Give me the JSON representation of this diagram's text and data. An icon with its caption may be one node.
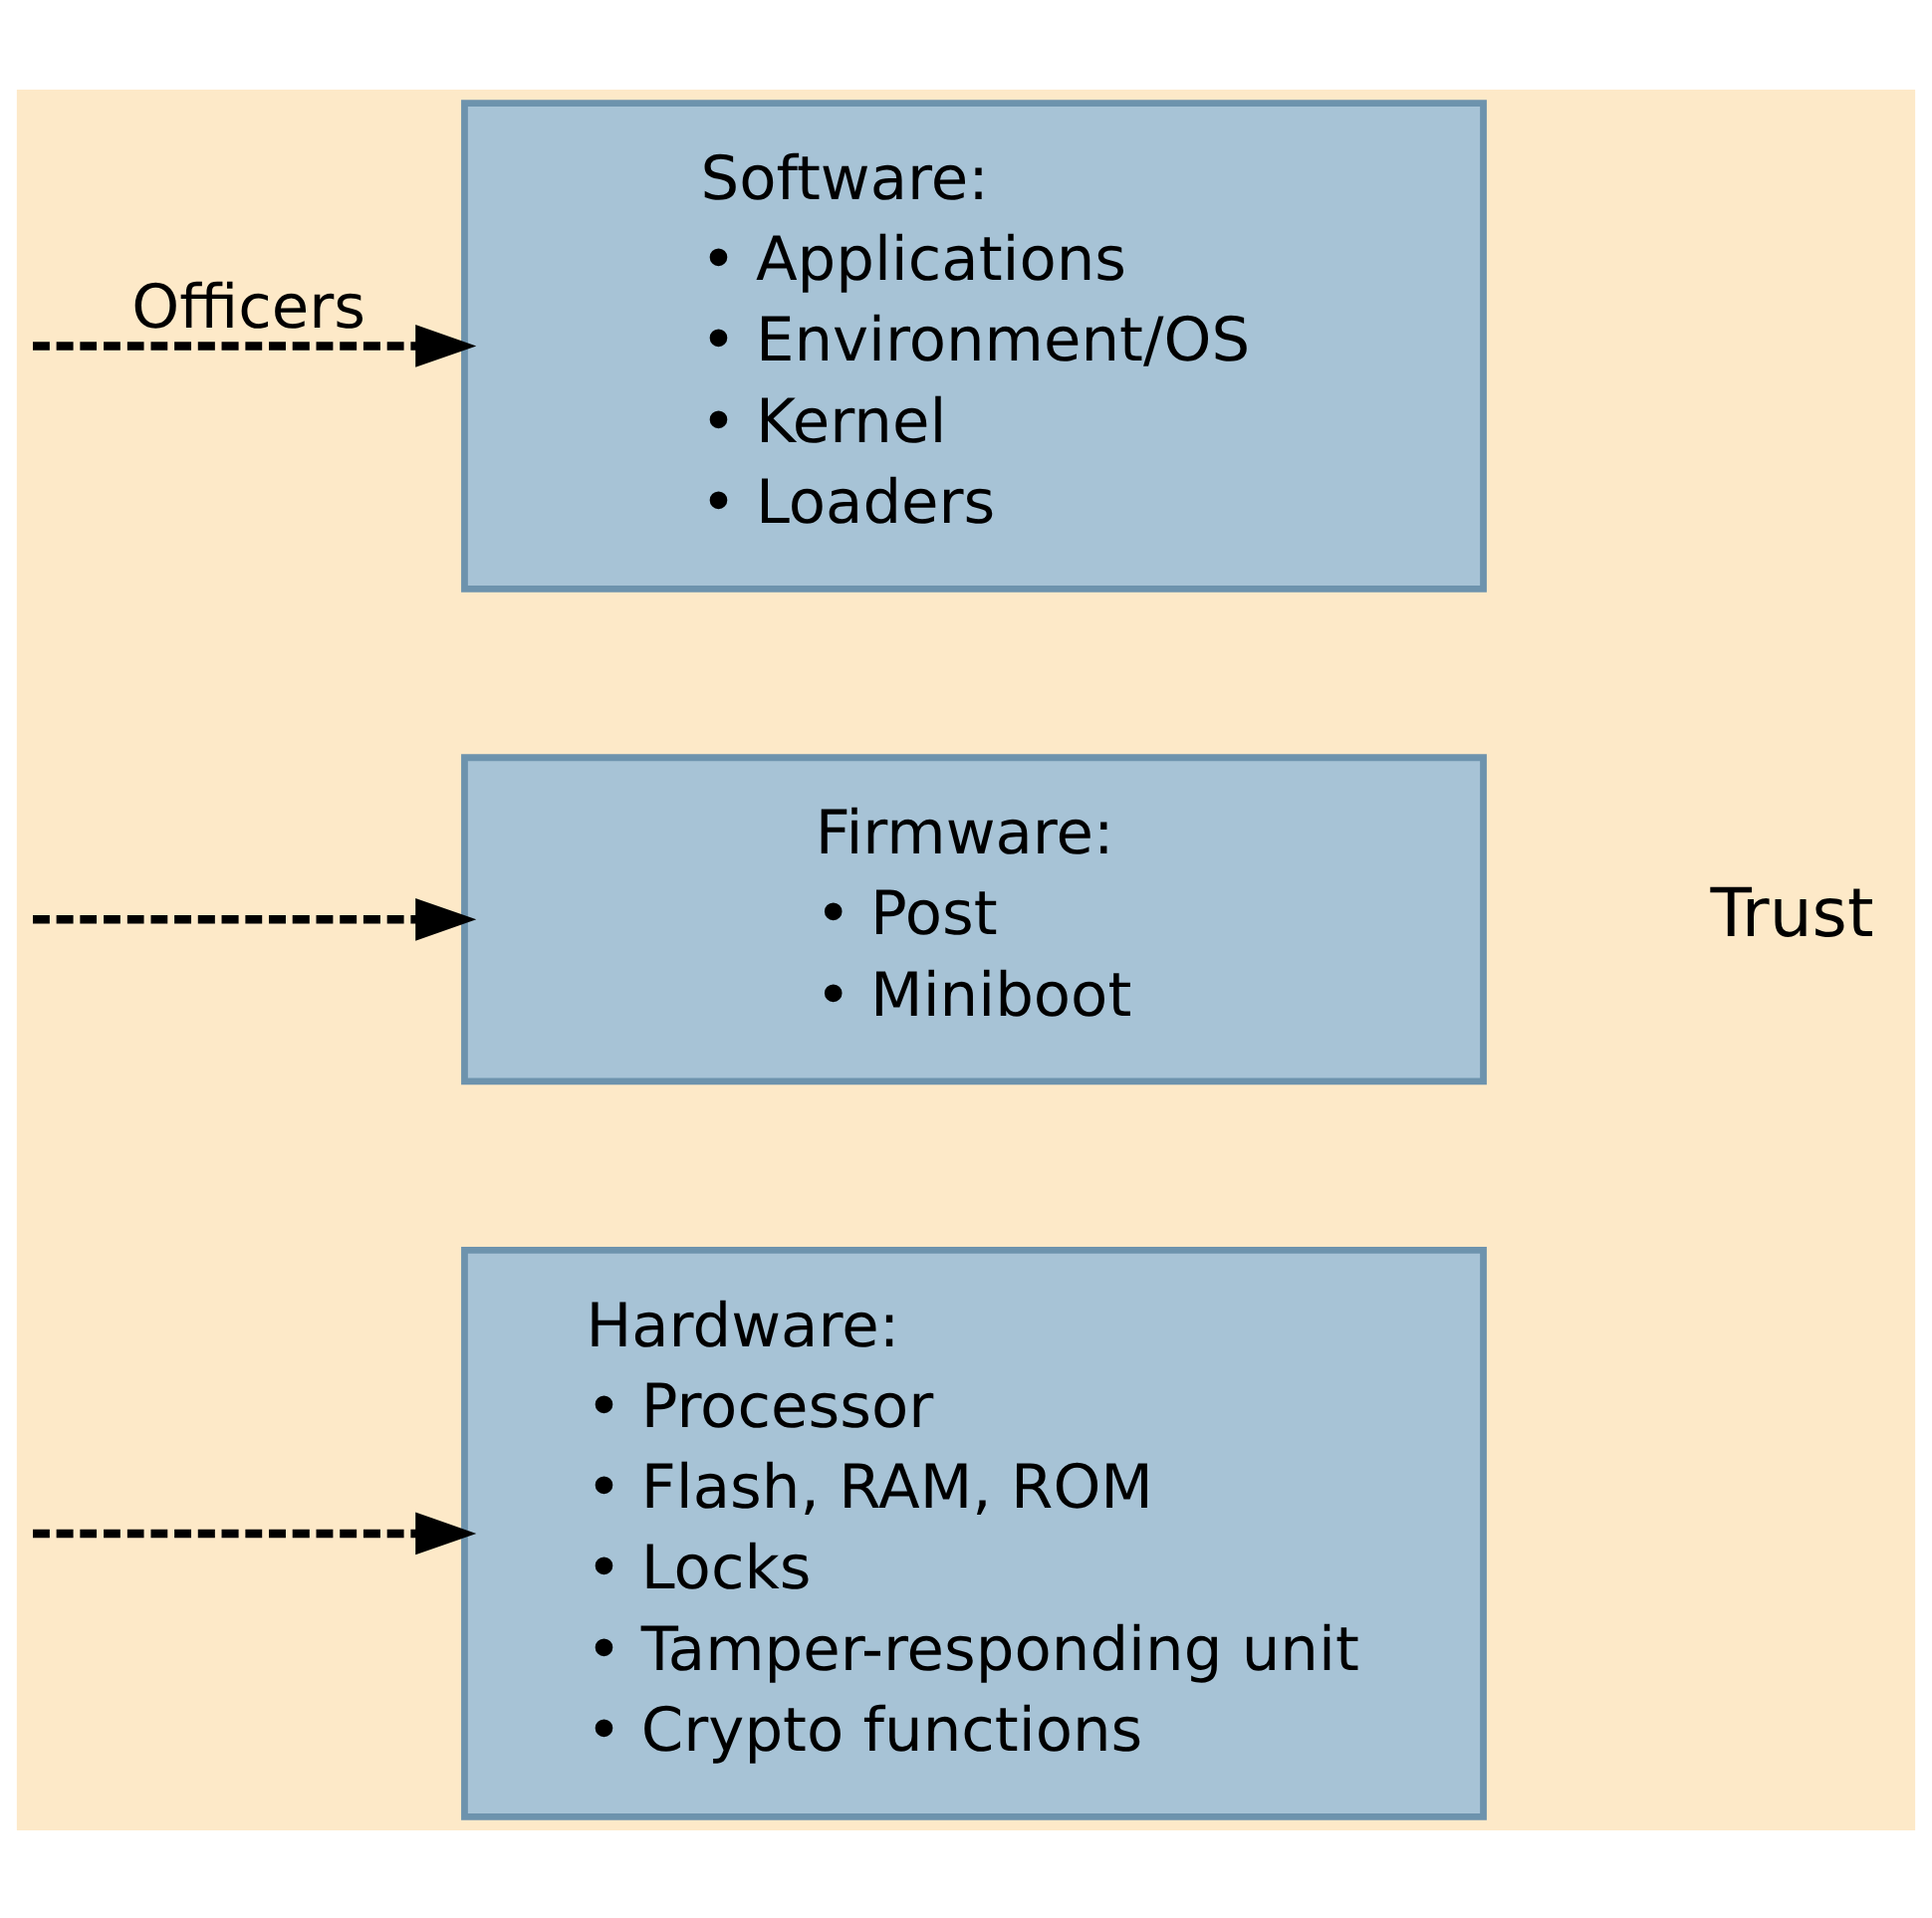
{
  "diagram": {
    "nodes": [
      {
        "text": [
          "Software:",
          "• Applications",
          "• Environment/OS",
          "• Kernel",
          "• Loaders"
        ]
      },
      {
        "text": [
          "Firmware:",
          "• Post",
          "• Miniboot"
        ]
      },
      {
        "text": [
          "Hardware:",
          "• Processor",
          "• Flash, RAM, ROM",
          "• Locks",
          "• Tamper-responding unit",
          "• Crypto functions"
        ]
      }
    ],
    "edges": [
      {
        "from": null,
        "to": 0,
        "arrow": "to",
        "style": "dashed",
        "label": "Officers"
      },
      {
        "from": null,
        "to": 1,
        "arrow": "to",
        "style": "dashed"
      },
      {
        "from": null,
        "to": 2,
        "arrow": "to",
        "style": "dashed"
      }
    ],
    "labels": [
      "Trust"
    ]
  }
}
